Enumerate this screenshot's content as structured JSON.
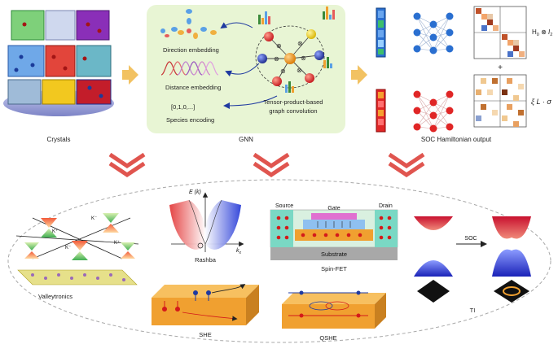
{
  "top": {
    "crystals_label": "Crystals",
    "gnn_label": "GNN",
    "soc_label": "SOC Hamiltonian output",
    "direction_embedding": "Direction embedding",
    "distance_embedding": "Distance embedding",
    "species_vector": "[0,1,0,...]",
    "species_encoding": "Species encoding",
    "tensor_line1": "Tensor-product-based",
    "tensor_line2": "graph convolution",
    "h0_term": "H",
    "h0_sub": "0",
    "h0_op": " ⊗ ",
    "h0_id": "I",
    "h0_id_sub": "2",
    "plus": "+",
    "soc_term": "ξ L · σ"
  },
  "apps": {
    "valleytronics": "Valleytronics",
    "k_plus": "K⁺",
    "k_minus": "K⁻",
    "rashba": "Rashba",
    "e_axis": "E (k)",
    "k_axis": "k",
    "k_axis_sub": "x",
    "source": "Source",
    "gate": "Gate",
    "drain": "Drain",
    "substrate": "Substrate",
    "spinfet": "Spin-FET",
    "soc_arrow": "SOC",
    "ti": "TI",
    "she": "SHE",
    "qshe": "QSHE"
  },
  "colors": {
    "gnn_panel": "#e8f5d4",
    "arrow_orange": "#f2c262",
    "chevron_red": "#e0554f",
    "orange_slab": "#f0a030",
    "dashed_ellipse": "#a8a8a8"
  }
}
